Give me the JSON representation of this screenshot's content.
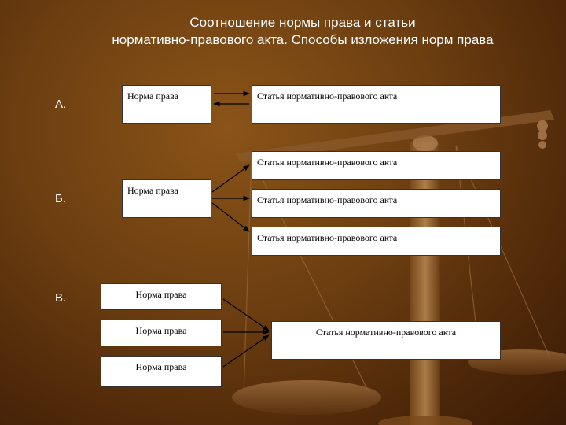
{
  "title": {
    "line1": "Соотношение нормы права и статьи",
    "line2": "нормативно-правового акта. Способы изложения норм права"
  },
  "sections": {
    "a": {
      "letter": "А.",
      "norm": "Норма права",
      "article": "Статья нормативно-правового акта"
    },
    "b": {
      "letter": "Б.",
      "norm": "Норма права",
      "articles": [
        "Статья нормативно-правового акта",
        "Статья нормативно-правового акта",
        "Статья нормативно-правового акта"
      ]
    },
    "v": {
      "letter": "В.",
      "norms": [
        "Норма права",
        "Норма права",
        "Норма права"
      ],
      "article": "Статья нормативно-правового акта"
    }
  },
  "colors": {
    "background": "#6b3d10",
    "box_fill": "#ffffff",
    "text": "#ffffff",
    "arrow": "#000000"
  }
}
